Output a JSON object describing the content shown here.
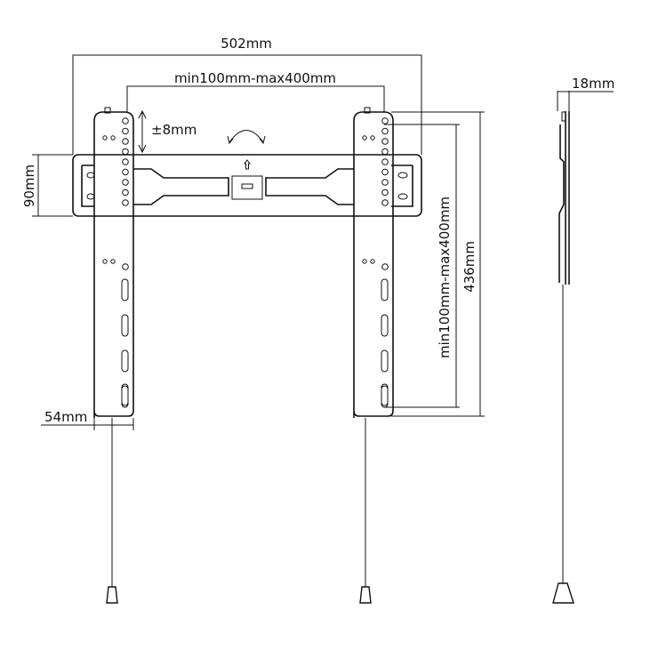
{
  "diagram": {
    "title": "Fixed TV wall mount dimension drawing",
    "dimensions": {
      "overall_width": "502mm",
      "vesa_horizontal": "min100mm-max400mm",
      "vertical_adjust": "±8mm",
      "plate_height": "90mm",
      "arm_width": "54mm",
      "vesa_vertical": "min100mm-max400mm",
      "arm_height": "436mm",
      "depth": "18mm"
    }
  }
}
